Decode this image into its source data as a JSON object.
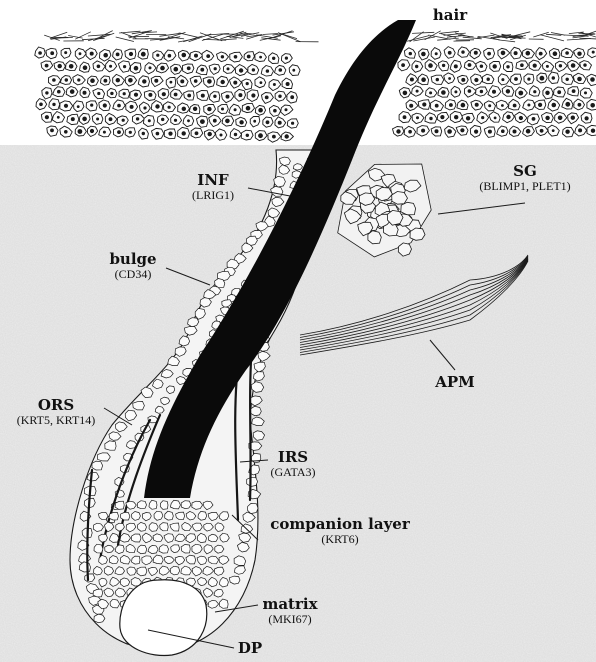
{
  "figure": {
    "labels": {
      "hair": {
        "title": "hair"
      },
      "inf": {
        "title": "INF",
        "marker": "(LRIG1)"
      },
      "sg": {
        "title": "SG",
        "marker": "(BLIMP1, PLET1)"
      },
      "bulge": {
        "title": "bulge",
        "marker": "(CD34)"
      },
      "apm": {
        "title": "APM"
      },
      "ors": {
        "title": "ORS",
        "marker": "(KRT5, KRT14)"
      },
      "irs": {
        "title": "IRS",
        "marker": "(GATA3)"
      },
      "companion": {
        "title": "companion layer",
        "marker": "(KRT6)"
      },
      "matrix": {
        "title": "matrix",
        "marker": "(MKI67)"
      },
      "dp": {
        "title": "DP"
      }
    }
  },
  "colors": {
    "ink": "#1a1a1a",
    "background": "#ffffff",
    "dermis": "#ececec",
    "cell_fill": "#fdfdfd"
  }
}
